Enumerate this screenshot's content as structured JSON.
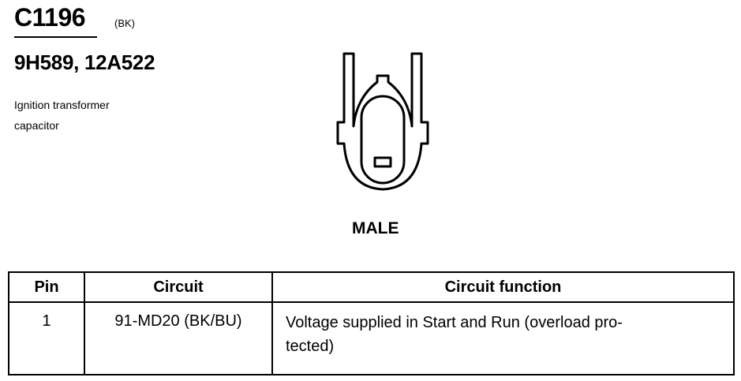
{
  "connector": {
    "id": "C1196",
    "color": "(BK)",
    "part_numbers": "9H589, 12A522",
    "description_lines": [
      "Ignition transformer",
      "capacitor"
    ],
    "gender": "MALE"
  },
  "pin_table": {
    "headers": [
      "Pin",
      "Circuit",
      "Circuit function"
    ],
    "rows": [
      {
        "pin": "1",
        "circuit": "91-MD20 (BK/BU)",
        "function_lines": [
          "Voltage supplied in Start and Run (overload pro-",
          "tected)"
        ]
      }
    ]
  }
}
